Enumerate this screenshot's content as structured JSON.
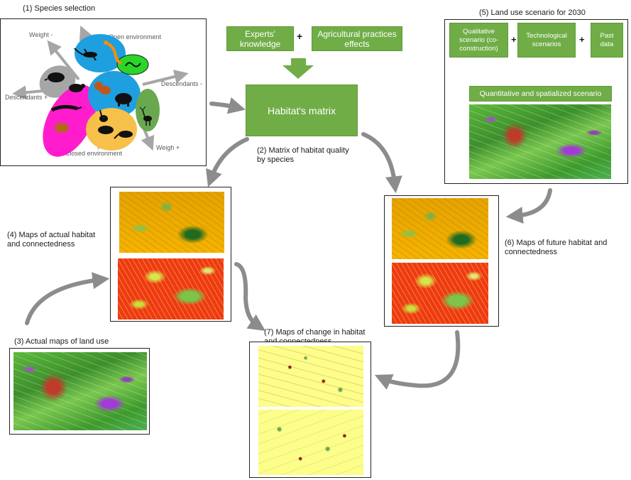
{
  "steps": {
    "s1": "(1) Species selection",
    "s2": "(2) Matrix of habitat quality by species",
    "s3": "(3) Actual maps of land use",
    "s4": "(4) Maps of actual habitat and connectedness",
    "s5": "(5) Land use scenario for 2030",
    "s6": "(6) Maps of future habitat and connectedness",
    "s7": "(7) Maps of change in habitat and connectedness"
  },
  "species_axes": {
    "weight_minus": "Weight -",
    "open_environment": "Open environment",
    "descendants_minus": "Descendants -",
    "descendants_plus": "Descendants +",
    "closed_environment": "Closed environment",
    "weigh_plus": "Weigh +"
  },
  "inputs": {
    "experts": "Experts' knowledge",
    "agricultural": "Agricultural practices effects",
    "plus": "+",
    "matrix": "Habitat's matrix"
  },
  "scenario": {
    "qualitative": "Qualitative scenario (co-construction)",
    "technological": "Technological scenarios",
    "past": "Past data",
    "plus": "+",
    "quantitative": "Quantitative and spatialized scenario"
  },
  "colors": {
    "green_box": "#70ad47",
    "arrow_gray": "#8c8c8c",
    "habitat_orange": "#f4b400",
    "connect_red": "#ee3a12",
    "change_yellow": "#fdfd8a",
    "landuse_green": "#3d9a2c",
    "ellipse_blue": "#1e9fe0",
    "ellipse_gray": "#a6a6a6",
    "ellipse_magenta": "#ff1ccd",
    "ellipse_yellow": "#f6c04a",
    "ellipse_darkgreen": "#6aa84f",
    "ellipse_lightgreen": "#29d629"
  },
  "icons": [
    "lizard-icon",
    "salamander-icon",
    "snake-icon",
    "hedgehog-icon",
    "rodent-icon",
    "squirrel-icon",
    "boar-icon",
    "deer-icon",
    "marten-icon",
    "rabbit-icon",
    "badger-icon",
    "fox-icon",
    "mole-icon"
  ]
}
